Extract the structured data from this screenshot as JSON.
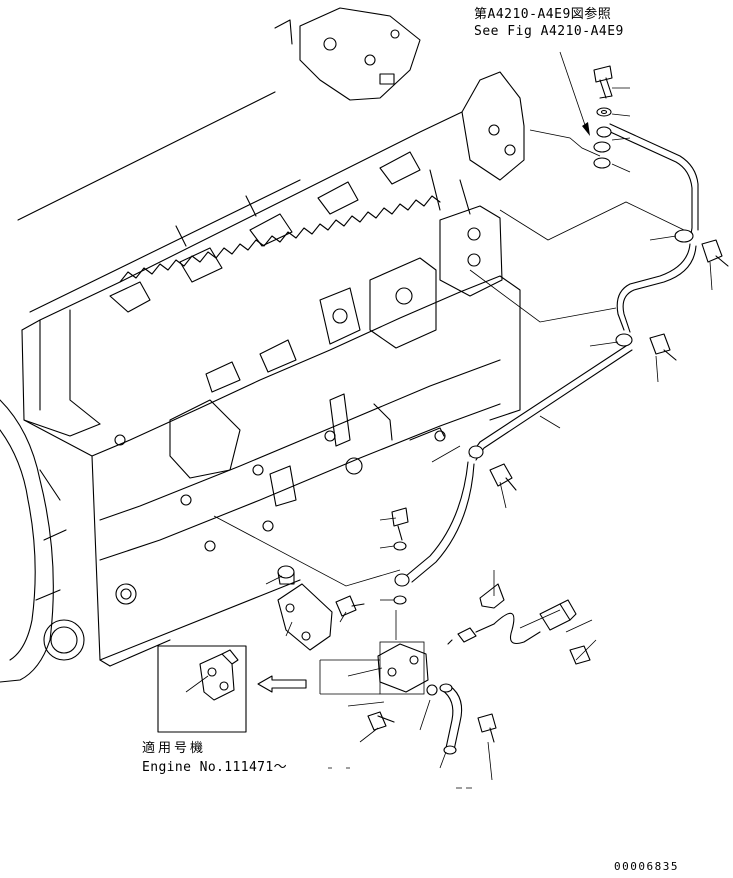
{
  "reference_note": {
    "jp": "第A4210-A4E9図参照",
    "en": "See Fig A4210-A4E9"
  },
  "applicability": {
    "jp": "適用号機",
    "en": "Engine No.111471～"
  },
  "drawing_number": "00006835",
  "colors": {
    "line": "#000000",
    "background": "#ffffff"
  }
}
